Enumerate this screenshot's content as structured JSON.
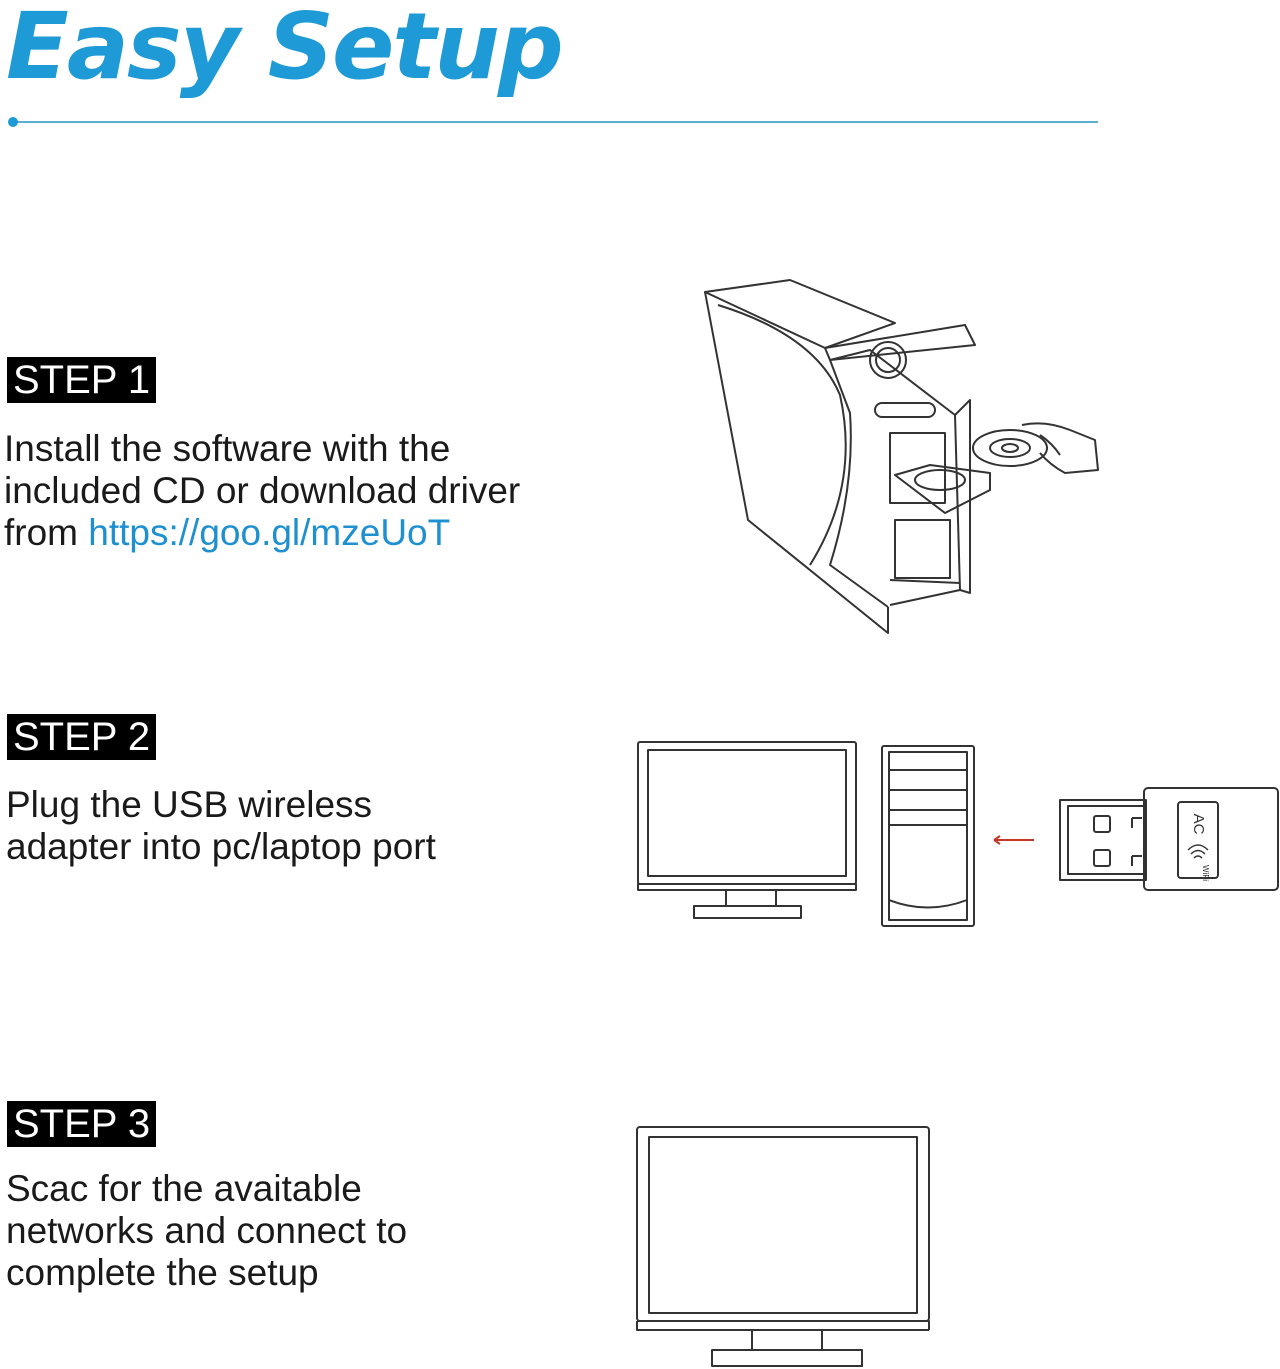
{
  "header": {
    "title": "Easy Setup",
    "accent_color": "#1e9ad6"
  },
  "steps": [
    {
      "badge": "STEP 1",
      "lines": [
        "Install the software with the",
        "included CD or download driver"
      ],
      "last_line_prefix": "from ",
      "link": "https://goo.gl/mzeUoT",
      "illustration": "pc-tower-cd-icon"
    },
    {
      "badge": "STEP 2",
      "lines": [
        "Plug the USB wireless",
        "adapter into pc/laptop port"
      ],
      "illustration": "desktop-pc-usb-adapter-icon",
      "adapter_label": "AC",
      "adapter_sublabel": "WiFi"
    },
    {
      "badge": "STEP 3",
      "lines": [
        "Scac for the avaitable",
        "networks and connect to",
        "complete the setup"
      ],
      "illustration": "monitor-icon"
    }
  ]
}
